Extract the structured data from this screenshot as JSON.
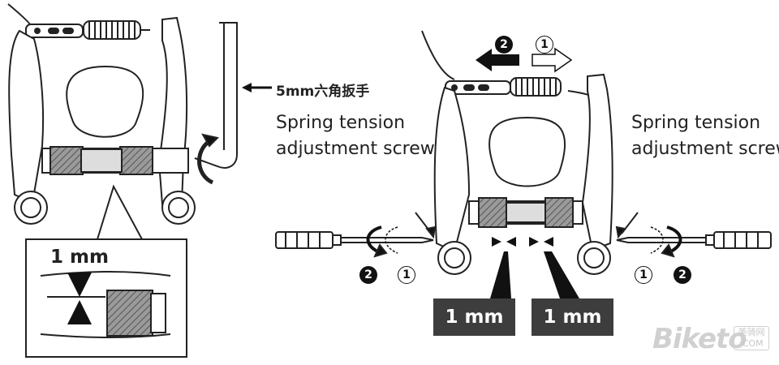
{
  "labels": {
    "hex_wrench": "5mm六角扳手",
    "spring_tension_left_line1": "Spring tension",
    "spring_tension_left_line2": "adjustment screw",
    "spring_tension_right_line1": "Spring tension",
    "spring_tension_right_line2": "adjustment screw",
    "inset_gap": "1 mm",
    "gap_left": "1 mm",
    "gap_right": "1 mm"
  },
  "steps": {
    "step_1": "1",
    "step_2": "2"
  },
  "watermark": {
    "brand": "Biketo",
    "side_top": "美骑网",
    "side_bottom": ".COM"
  },
  "colors": {
    "line": "#222222",
    "label_box": "#3d3d3d",
    "pad": "#8a8a8a"
  }
}
